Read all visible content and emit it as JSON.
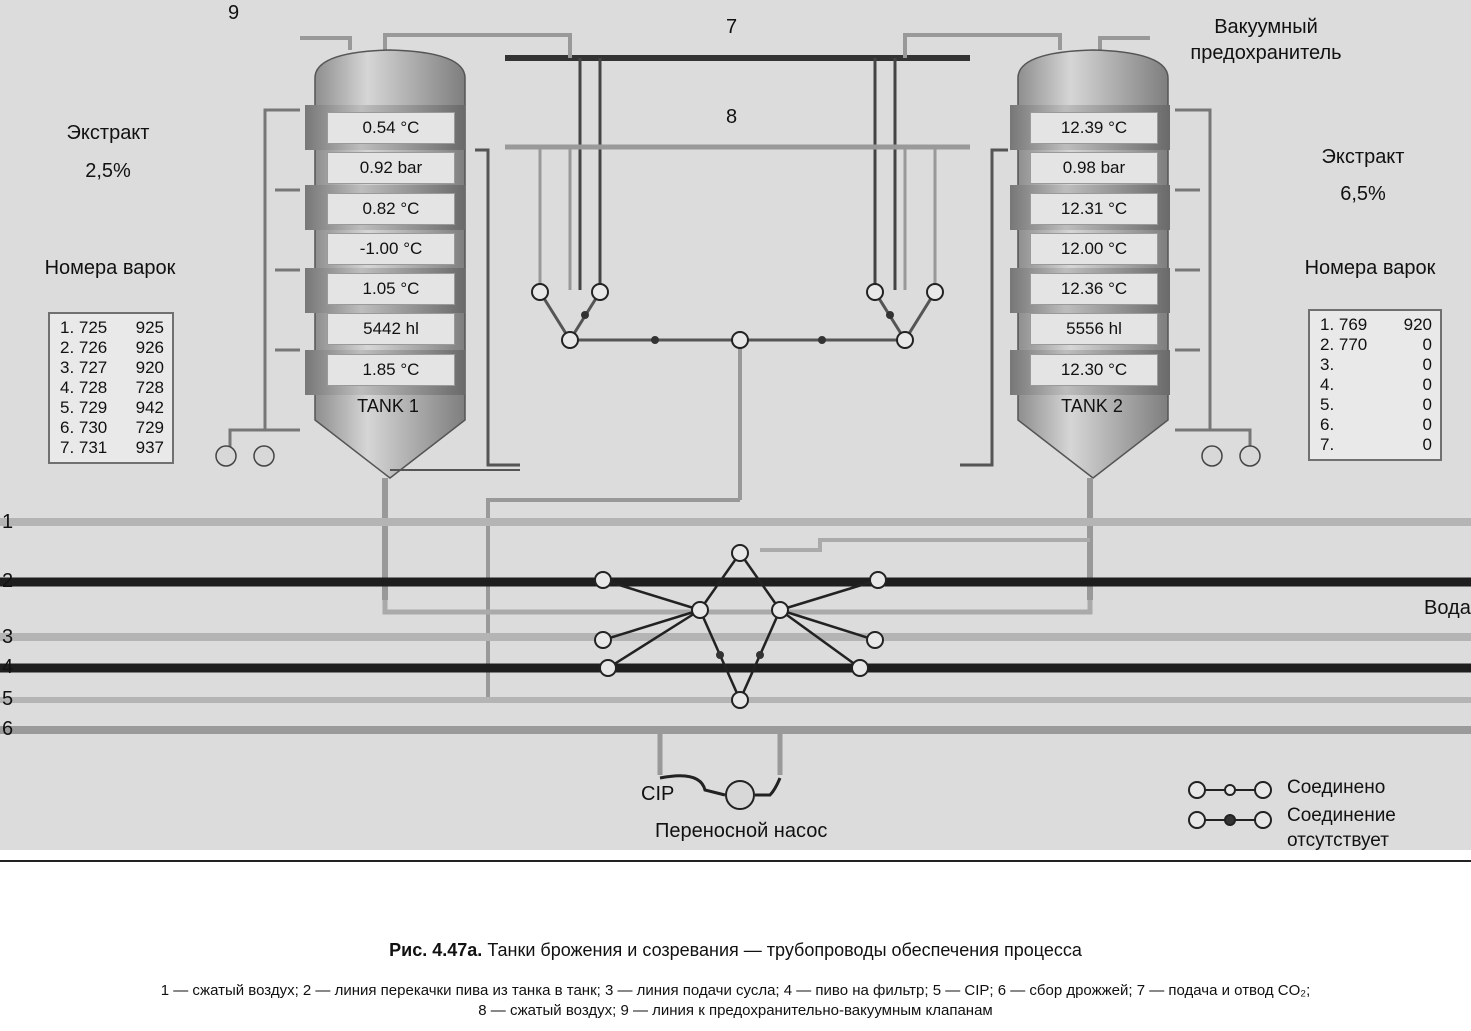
{
  "labels": {
    "n9": "9",
    "n7": "7",
    "n8": "8",
    "vacuum_1": "Вакуумный",
    "vacuum_2": "предохранитель",
    "water": "Вода",
    "cip": "CIP",
    "pump": "Переносной насос",
    "line_1": "1",
    "line_2": "2",
    "line_3": "3",
    "line_4": "4",
    "line_5": "5",
    "line_6": "6"
  },
  "tank1": {
    "name": "TANK 1",
    "extract_title": "Экстракт",
    "extract_value": "2,5%",
    "brew_title": "Номера варок",
    "readings": [
      "0.54 °C",
      "0.92 bar",
      "0.82 °C",
      "-1.00 °C",
      "1.05 °C",
      "5442 hl",
      "1.85 °C"
    ],
    "brews": [
      {
        "n": "1. 725",
        "v": "925"
      },
      {
        "n": "2. 726",
        "v": "926"
      },
      {
        "n": "3. 727",
        "v": "920"
      },
      {
        "n": "4. 728",
        "v": "728"
      },
      {
        "n": "5. 729",
        "v": "942"
      },
      {
        "n": "6. 730",
        "v": "729"
      },
      {
        "n": "7. 731",
        "v": "937"
      }
    ]
  },
  "tank2": {
    "name": "TANK 2",
    "extract_title": "Экстракт",
    "extract_value": "6,5%",
    "brew_title": "Номера варок",
    "readings": [
      "12.39 °C",
      "0.98 bar",
      "12.31 °C",
      "12.00 °C",
      "12.36 °C",
      "5556 hl",
      "12.30 °C"
    ],
    "brews": [
      {
        "n": "1. 769",
        "v": "920"
      },
      {
        "n": "2. 770",
        "v": "0"
      },
      {
        "n": "3.",
        "v": "0"
      },
      {
        "n": "4.",
        "v": "0"
      },
      {
        "n": "5.",
        "v": "0"
      },
      {
        "n": "6.",
        "v": "0"
      },
      {
        "n": "7.",
        "v": "0"
      }
    ]
  },
  "legend": {
    "connected": "Соединено",
    "not_connected_1": "Соединение",
    "not_connected_2": "отсутствует"
  },
  "caption": {
    "fig": "Рис. 4.47а.",
    "title": "Танки брожения и созревания — трубопроводы обеспечения процесса",
    "line1": "1 — сжатый воздух; 2 — линия перекачки пива из танка в танк; 3 — линия подачи сусла; 4 — пиво на фильтр; 5 — CIP; 6 — сбор дрожжей; 7 — подача и отвод CO₂;",
    "line2": "8 — сжатый воздух; 9 — линия к предохранительно-вакуумным клапанам"
  },
  "colors": {
    "background": "#dcdcdc",
    "pipe_light": "#b8b8b8",
    "pipe_dark": "#1e1e1e",
    "tank_body": "#b0b0b0"
  }
}
